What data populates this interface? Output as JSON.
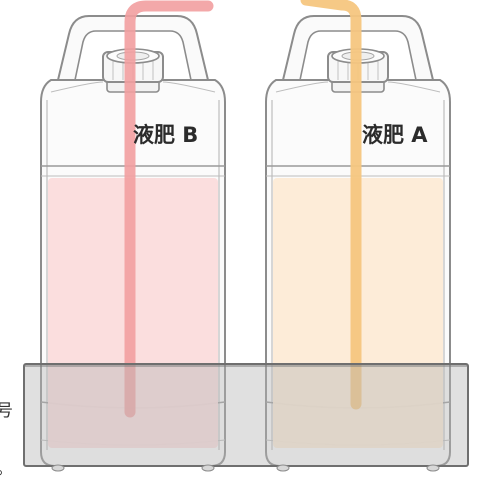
{
  "labels": {
    "left_bottle": "液肥 B",
    "right_bottle": "液肥 A"
  },
  "edge_text": {
    "fragment_1": "号",
    "fragment_2": "。"
  },
  "colors": {
    "liquid_b": "#fbdcdc",
    "liquid_a": "#fdebd6",
    "tube_b": "#f29ea0",
    "tube_a": "#f6c680",
    "tray": "#b4b4b4",
    "outline": "#8c8c8c"
  }
}
